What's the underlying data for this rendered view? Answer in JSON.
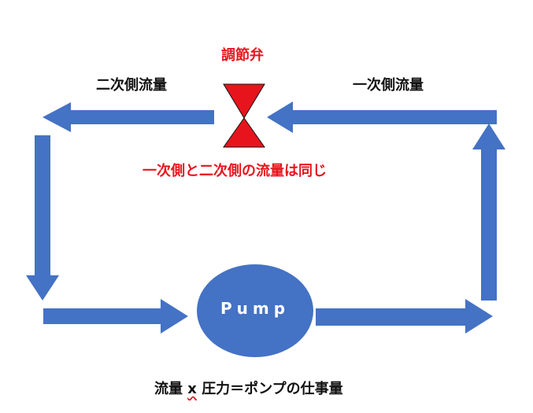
{
  "colors": {
    "arrow": "#4472c4",
    "valve": "#e8141d",
    "valve_outline": "#111111",
    "text": "#111111",
    "highlight_text": "#e8141d",
    "pump_text": "#ffffff"
  },
  "labels": {
    "valve": "調節弁",
    "secondary_flow": "二次側流量",
    "primary_flow": "一次側流量",
    "equal_note": "一次側と二次側の流量は同じ",
    "pump": "Pump"
  },
  "formula": {
    "part1": "流量",
    "x": "x",
    "part2": "圧力＝ポンプの仕事量"
  },
  "icons": {
    "valve": "hourglass-valve-icon",
    "pump": "ellipse-pump-icon",
    "arrows": "block-arrow-icon"
  }
}
